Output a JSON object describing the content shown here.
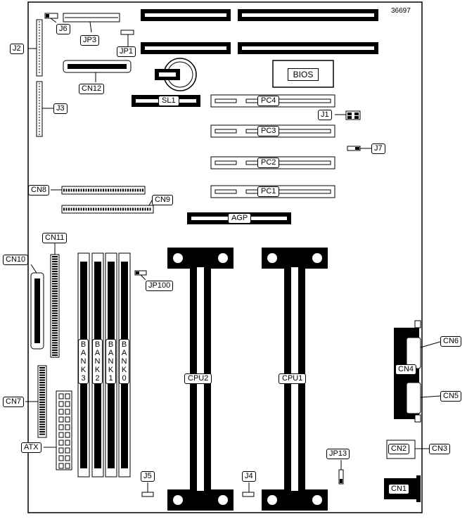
{
  "figure": {
    "part_number": "36697",
    "labels": {
      "j6": "J6",
      "jp3": "JP3",
      "j2": "J2",
      "jp1": "JP1",
      "cn12": "CN12",
      "j3": "J3",
      "bios": "BIOS",
      "sl1": "SL1",
      "pc4": "PC4",
      "pc3": "PC3",
      "pc2": "PC2",
      "pc1": "PC1",
      "j1": "J1",
      "j7": "J7",
      "cn8": "CN8",
      "cn9": "CN9",
      "agp": "AGP",
      "cn11": "CN11",
      "cn10": "CN10",
      "jp100": "JP100",
      "bank3": "BANK3",
      "bank2": "BANK2",
      "bank1": "BANK1",
      "bank0": "BANK0",
      "cpu2": "CPU2",
      "cpu1": "CPU1",
      "cn6": "CN6",
      "cn4": "CN4",
      "cn5": "CN5",
      "cn7": "CN7",
      "atx": "ATX",
      "cn2": "CN2",
      "cn3": "CN3",
      "jp13": "JP13",
      "j5": "J5",
      "j4": "J4",
      "cn1": "CN1"
    }
  }
}
